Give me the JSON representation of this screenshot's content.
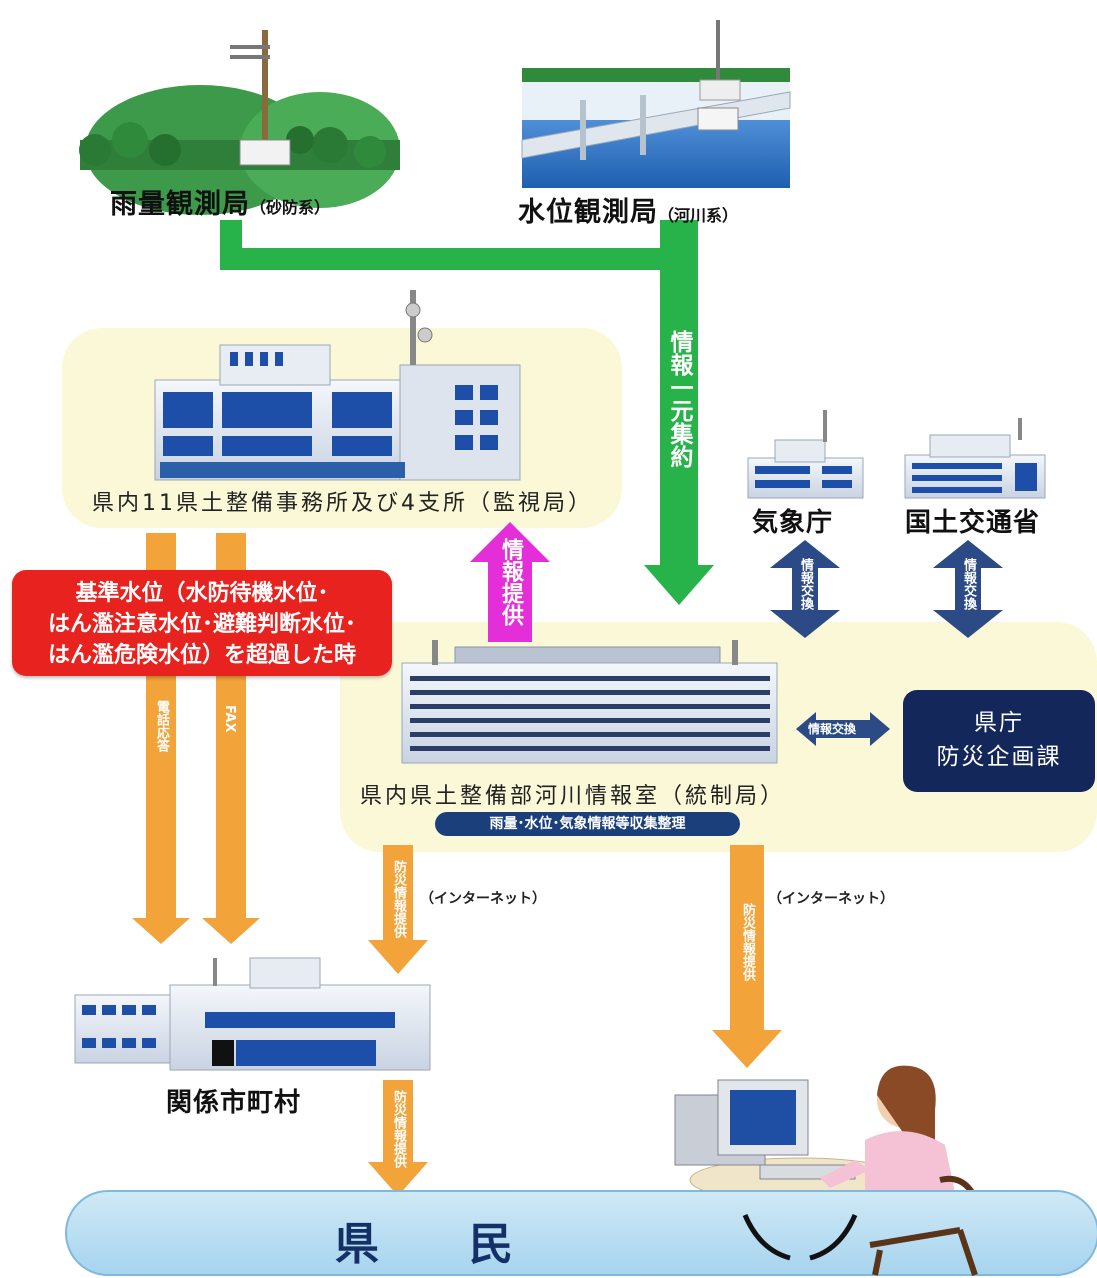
{
  "stations": {
    "rain": {
      "name": "雨量観測局",
      "sub": "（砂防系）"
    },
    "water": {
      "name": "水位観測局",
      "sub": "（河川系）"
    }
  },
  "flows": {
    "consolidation": "情報一元集約",
    "info_provision": "情報提供",
    "phone": "電話応答",
    "fax": "FAX",
    "disaster_info_a": "防災情報提供",
    "disaster_info_b": "防災情報提供",
    "disaster_info_c": "防災情報提供",
    "exchange_jma": "情報交換",
    "exchange_mlit": "情報交換",
    "exchange_pref": "情報交換",
    "internet_a": "（インターネット）",
    "internet_b": "（インターネット）"
  },
  "offices": {
    "monitoring": "県内11県土整備事務所及び4支所（監視局）",
    "control": "県内県土整備部河川情報室（統制局）",
    "control_badge": "雨量･水位･気象情報等収集整理",
    "jma": "気象庁",
    "mlit": "国土交通省",
    "municipalities": "関係市町村"
  },
  "alert": {
    "line1": "基準水位（水防待機水位･",
    "line2": "はん濫注意水位･避難判断水位･",
    "line3": "はん濫危険水位）を超過した時"
  },
  "pref": {
    "line1": "県庁",
    "line2": "防災企画課"
  },
  "public": {
    "label": "県民"
  },
  "colors": {
    "green": "#27b24a",
    "orange": "#f2a33a",
    "magenta": "#e42fd8",
    "navy": "#2c4a86",
    "red": "#e8231f",
    "dark_navy": "#14275a"
  }
}
